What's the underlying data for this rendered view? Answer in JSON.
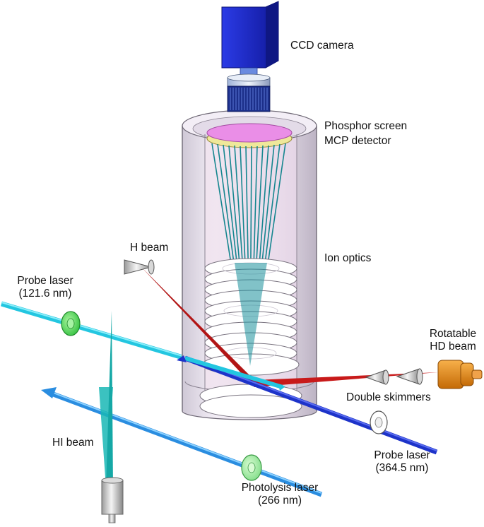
{
  "labels": {
    "ccd_camera": "CCD camera",
    "phosphor_screen": "Phosphor screen",
    "mcp_detector": "MCP detector",
    "ion_optics": "Ion optics",
    "probe_laser_1216_line1": "Probe laser",
    "probe_laser_1216_line2": "(121.6 nm)",
    "rotatable_line1": "Rotatable",
    "rotatable_line2": "HD beam",
    "h_beam": "H beam",
    "double_skimmers": "Double skimmers",
    "hi_beam": "HI beam",
    "probe_laser_3645_line1": "Probe laser",
    "probe_laser_3645_line2": "(364.5 nm)",
    "photolysis_line1": "Photolysis laser",
    "photolysis_line2": "(266 nm)"
  },
  "colors": {
    "camera_blue": "#1f2fd6",
    "chamber_wall": "#e9e2ee",
    "phosphor": "#e98de6",
    "mcp": "#f1eb9c",
    "ion_trajectory": "#168a92",
    "probe_vuv_beam": "#2fd3e8",
    "probe_uv_beam": "#1d33c9",
    "photolysis_beam": "#2a8de0",
    "hd_beam": "#c11616",
    "filter_green": "#3bd64a",
    "hd_source": "#e98a14"
  }
}
